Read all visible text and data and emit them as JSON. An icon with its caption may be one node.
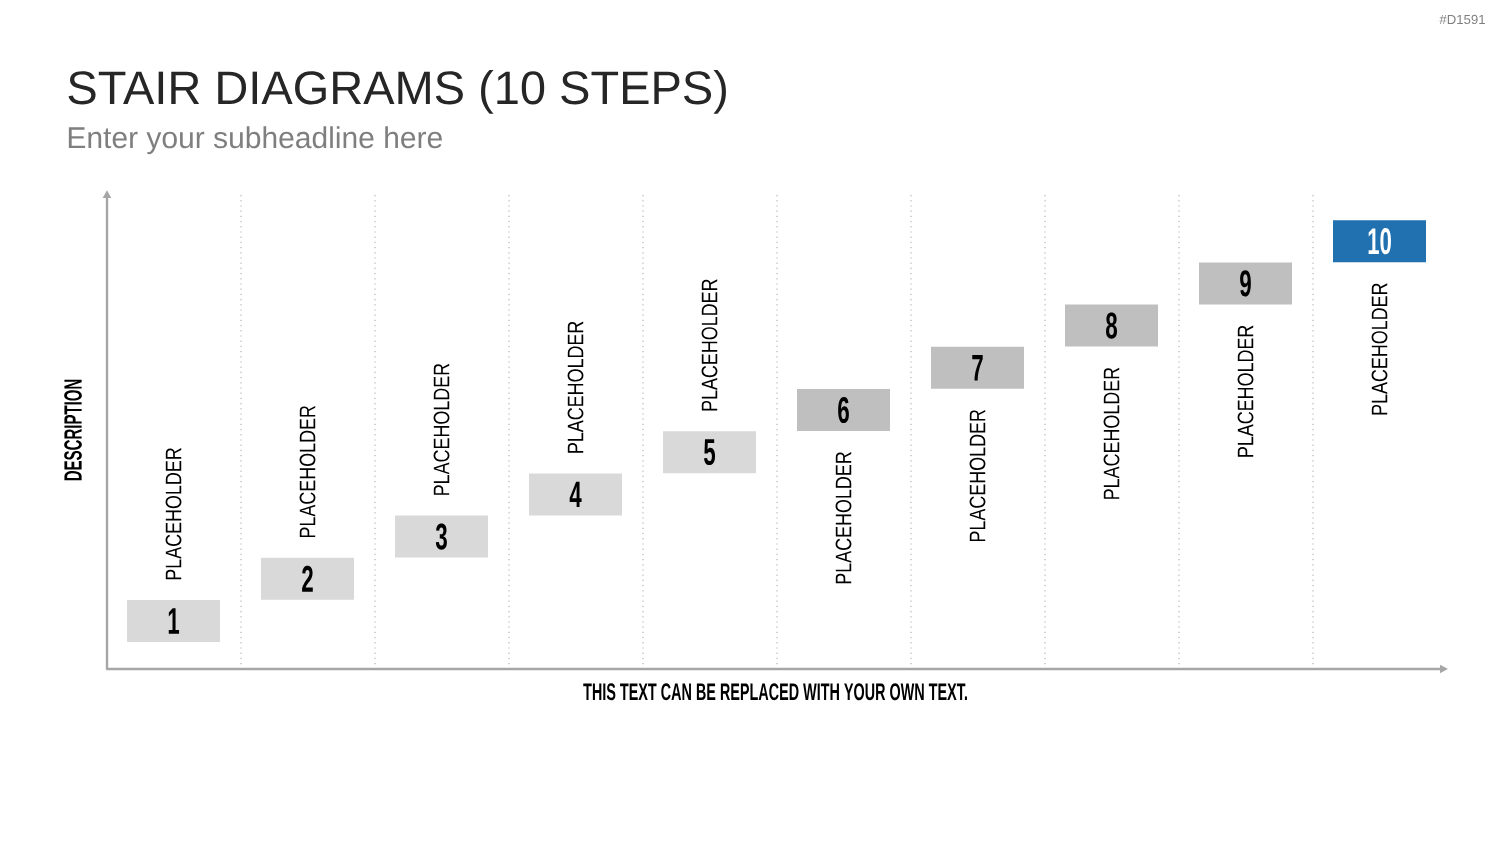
{
  "diagram": {
    "title": "STAIR DIAGRAMS (10 STEPS)",
    "nodes": [
      {
        "text": [
          "1"
        ],
        "beside": [
          "PLACEHOLDER"
        ]
      },
      {
        "text": [
          "2"
        ],
        "beside": [
          "PLACEHOLDER"
        ]
      },
      {
        "text": [
          "3"
        ],
        "beside": [
          "PLACEHOLDER"
        ]
      },
      {
        "text": [
          "4"
        ],
        "beside": [
          "PLACEHOLDER"
        ]
      },
      {
        "text": [
          "5"
        ],
        "beside": [
          "PLACEHOLDER"
        ]
      },
      {
        "text": [
          "6"
        ],
        "beside": [
          "PLACEHOLDER"
        ]
      },
      {
        "text": [
          "7"
        ],
        "beside": [
          "PLACEHOLDER"
        ]
      },
      {
        "text": [
          "8"
        ],
        "beside": [
          "PLACEHOLDER"
        ]
      },
      {
        "text": [
          "9"
        ],
        "beside": [
          "PLACEHOLDER"
        ]
      },
      {
        "text": [
          "10"
        ],
        "beside": [
          "PLACEHOLDER"
        ]
      }
    ],
    "labels": [
      "#D1591",
      "Enter your subheadline here",
      "DESCRIPTION",
      "THIS TEXT CAN BE REPLACED WITH YOUR OWN TEXT."
    ]
  }
}
